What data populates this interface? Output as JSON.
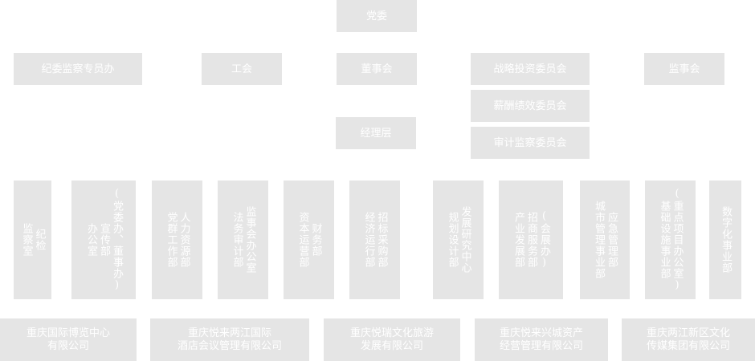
{
  "top": {
    "party": "党委"
  },
  "row1": {
    "discipline": "纪委监察专员办",
    "union": "工会",
    "board": "董事会",
    "strategy": "战略投资委员会",
    "supervisors": "监事会"
  },
  "committees": {
    "salary": "薪酬绩效委员会",
    "audit": "审计监察委员会"
  },
  "management": "经理层",
  "departments": [
    "纪检\n监察室",
    "(党委办、董事办)\n宣传部\n办公室",
    "人力资源部\n党群工作部",
    "监事会办公室\n法务审计部",
    "财务部\n资本运营部",
    "招标采购部\n经济运行部",
    "发展研究中心\n规划设计部",
    "(会展办)\n招商服务部\n产业发展部",
    "应急管理部\n城市管理事业部",
    "(重点项目办公室)\n基础设施事业部",
    "数字化事业部"
  ],
  "subsidiaries": [
    "重庆国际博览中心\n有限公司",
    "重庆悦来两江国际\n酒店会议管理有限公司",
    "重庆悦瑞文化旅游\n发展有限公司",
    "重庆悦来兴城资产\n经营管理有限公司",
    "重庆两江新区文化\n传媒集团有限公司"
  ]
}
